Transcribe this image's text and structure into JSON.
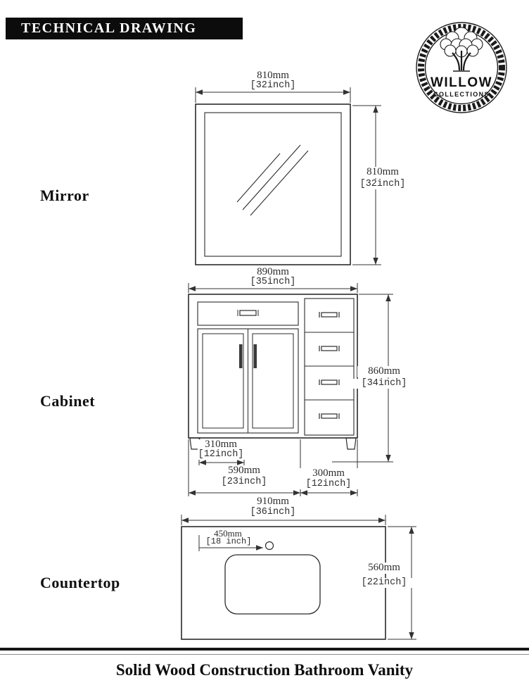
{
  "header": {
    "title": "TECHNICAL DRAWING"
  },
  "logo": {
    "brand": "WILLOW",
    "subbrand": "COLLECTIONS"
  },
  "sections": {
    "mirror": {
      "label": "Mirror",
      "width": {
        "mm": "810mm",
        "inch": "[32inch]"
      },
      "height": {
        "mm": "810mm",
        "inch": "[32inch]"
      }
    },
    "cabinet": {
      "label": "Cabinet",
      "width": {
        "mm": "890mm",
        "inch": "[35inch]"
      },
      "height": {
        "mm": "860mm",
        "inch": "[34inch]"
      },
      "left_offset": {
        "mm": "310mm",
        "inch": "[12inch]"
      },
      "door_section": {
        "mm": "590mm",
        "inch": "[23inch]"
      },
      "drawer_section": {
        "mm": "300mm",
        "inch": "[12inch]"
      }
    },
    "countertop": {
      "label": "Countertop",
      "width": {
        "mm": "910mm",
        "inch": "[36inch]"
      },
      "faucet_offset": {
        "mm": "450mm",
        "inch": "[18 inch]"
      },
      "depth": {
        "mm": "560mm",
        "inch": "[22inch]"
      }
    }
  },
  "footer": {
    "title": "Solid Wood Construction Bathroom Vanity"
  }
}
